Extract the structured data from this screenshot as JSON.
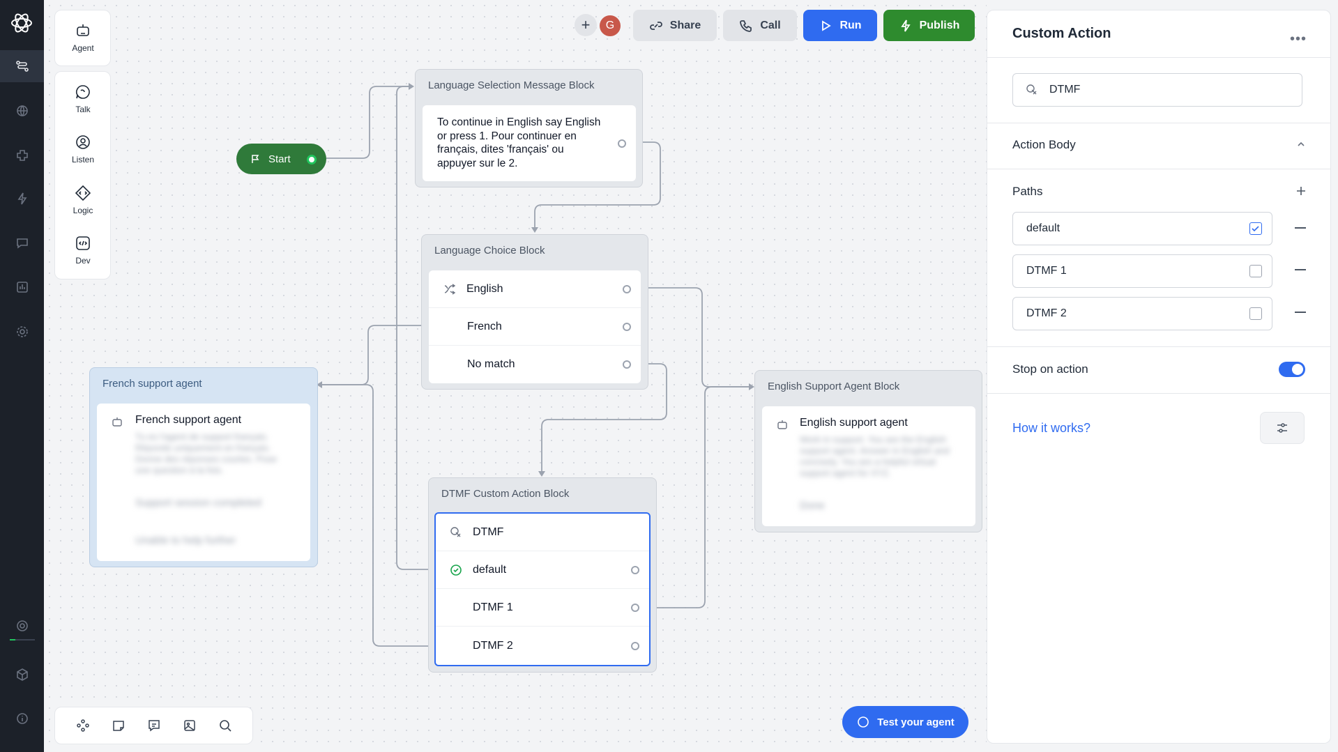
{
  "left_tools": {
    "agent": "Agent",
    "talk": "Talk",
    "listen": "Listen",
    "logic": "Logic",
    "dev": "Dev"
  },
  "top_bar": {
    "avatar_initial": "G",
    "share": "Share",
    "call": "Call",
    "run": "Run",
    "publish": "Publish"
  },
  "canvas": {
    "start_label": "Start",
    "language_selection": {
      "title": "Language Selection Message Block",
      "message": "To continue in English say English or press 1. Pour continuer en français, dites 'français' ou appuyer sur le 2."
    },
    "language_choice": {
      "title": "Language Choice Block",
      "rows": [
        "English",
        "French",
        "No match"
      ]
    },
    "french_agent": {
      "title": "French support agent",
      "name": "French support agent",
      "description": "Tu es l'agent de support français. Réponds uniquement en français. Donne des réponses courtes. Pose une question à la fois.",
      "path1": "Support session completed",
      "path2": "Unable to help further"
    },
    "english_agent": {
      "title": "English Support Agent Block",
      "name": "English support agent",
      "description": "Work in support. You are the English support agent. Answer in English and concisely. You are a helpful virtual support agent for XYZ.",
      "path1": "Done"
    },
    "dtmf_block": {
      "title": "DTMF Custom Action Block",
      "header": "DTMF",
      "rows": [
        "default",
        "DTMF 1",
        "DTMF 2"
      ]
    },
    "test_button": "Test your agent"
  },
  "right_panel": {
    "title": "Custom Action",
    "name_value": "DTMF",
    "action_body_label": "Action Body",
    "paths_label": "Paths",
    "paths": [
      {
        "label": "default",
        "checked": true
      },
      {
        "label": "DTMF 1",
        "checked": false
      },
      {
        "label": "DTMF 2",
        "checked": false
      }
    ],
    "stop_on_action_label": "Stop on action",
    "stop_on_action_enabled": true,
    "how_it_works": "How it works?"
  },
  "colors": {
    "rail": "#1c2129",
    "accent_blue": "#2f6bf0",
    "accent_green": "#2e8b2e",
    "french_block": "#d6e4f3"
  }
}
